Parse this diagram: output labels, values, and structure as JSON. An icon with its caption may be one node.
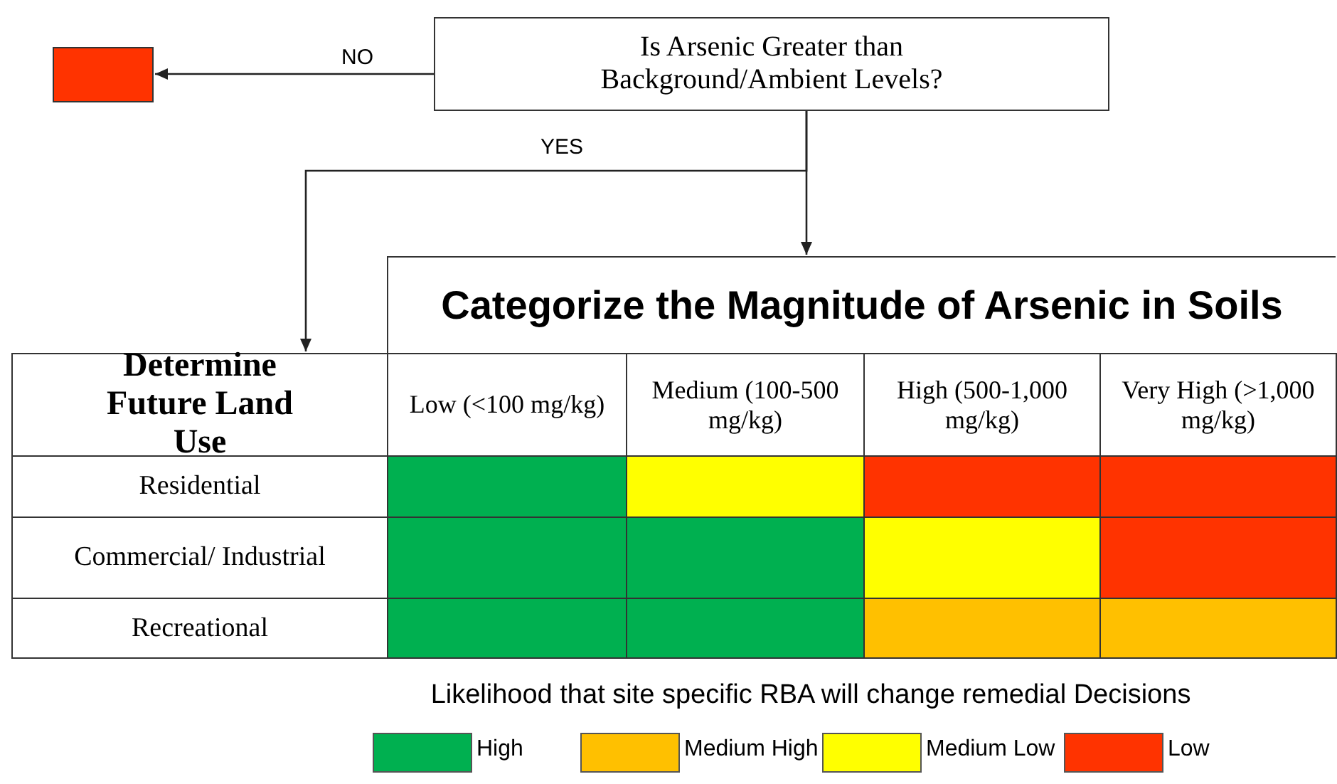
{
  "diagram": {
    "nodes": [
      {
        "text": [],
        "shape": "box"
      },
      {
        "text": [
          "Is Arsenic Greater than Background/Ambient Levels?"
        ]
      },
      {
        "text": [
          "Categorize the Magnitude of Arsenic in Soils"
        ]
      },
      {
        "text": [
          "Determine Future Land Use"
        ]
      }
    ],
    "edges": [
      {
        "from": 1,
        "to": 0,
        "arrow": "to",
        "label": "NO"
      },
      {
        "from": 1,
        "to": 2,
        "arrow": "to"
      },
      {
        "from": 1,
        "to": 3,
        "arrow": "to",
        "label": "YES"
      }
    ],
    "labels": [
      "Low (<100 mg/kg)",
      "Medium (100-500 mg/kg)",
      "High (500-1,000 mg/kg)",
      "Very High (>1,000 mg/kg)",
      "Residential",
      "Commercial/ Industrial",
      "Recreational",
      "Likelihood that site specific RBA will change remedial Decisions"
    ],
    "legend": [
      {
        "text": "High",
        "color": "#00b050"
      },
      {
        "text": "Medium High",
        "color": "#ffc000"
      },
      {
        "text": "Medium Low",
        "color": "#ffff00"
      },
      {
        "text": "Low",
        "color": "#ff3300"
      }
    ]
  }
}
